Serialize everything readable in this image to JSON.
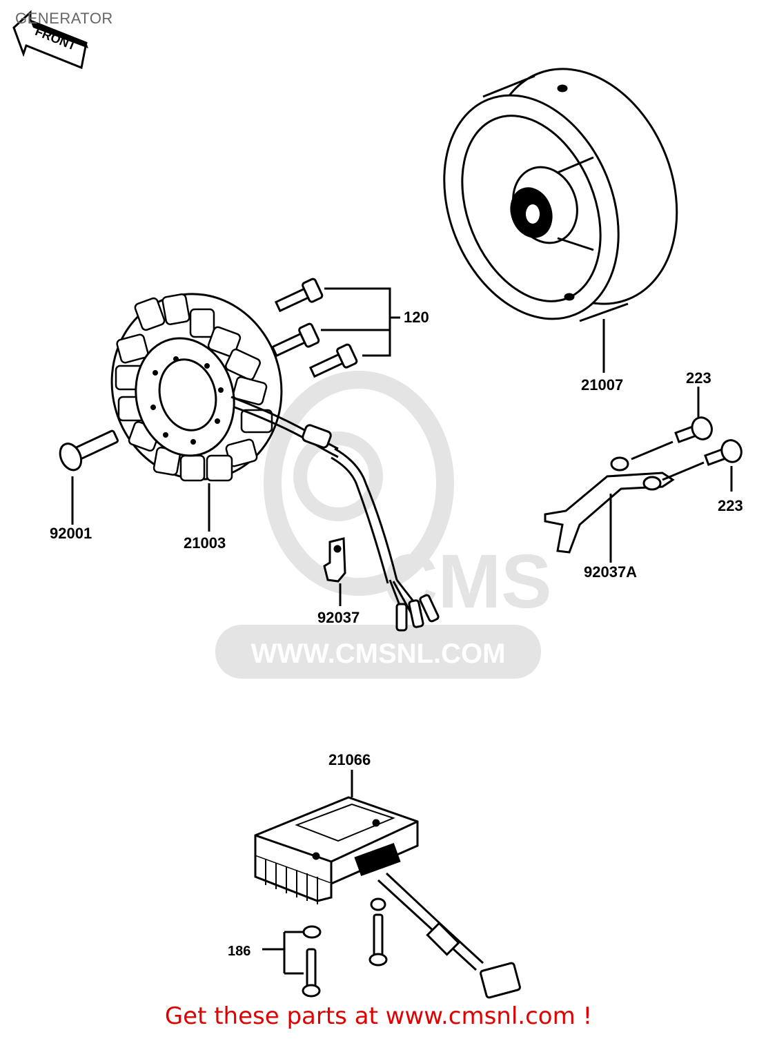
{
  "title": "GENERATOR",
  "front_arrow_label": "FRONT",
  "watermark": {
    "logo_text": "CMS",
    "url_text": "WWW.CMSNL.COM"
  },
  "part_labels": {
    "p120": "120",
    "p21007": "21007",
    "p223a": "223",
    "p223b": "223",
    "p92001": "92001",
    "p21003": "21003",
    "p92037": "92037",
    "p92037A": "92037A",
    "p21066": "21066",
    "p186": "186"
  },
  "footer_text": "Get these parts at www.cmsnl.com !",
  "colors": {
    "ink": "#000000",
    "watermark": "#e4e4e4",
    "footer": "#e00000",
    "title": "#666666"
  }
}
